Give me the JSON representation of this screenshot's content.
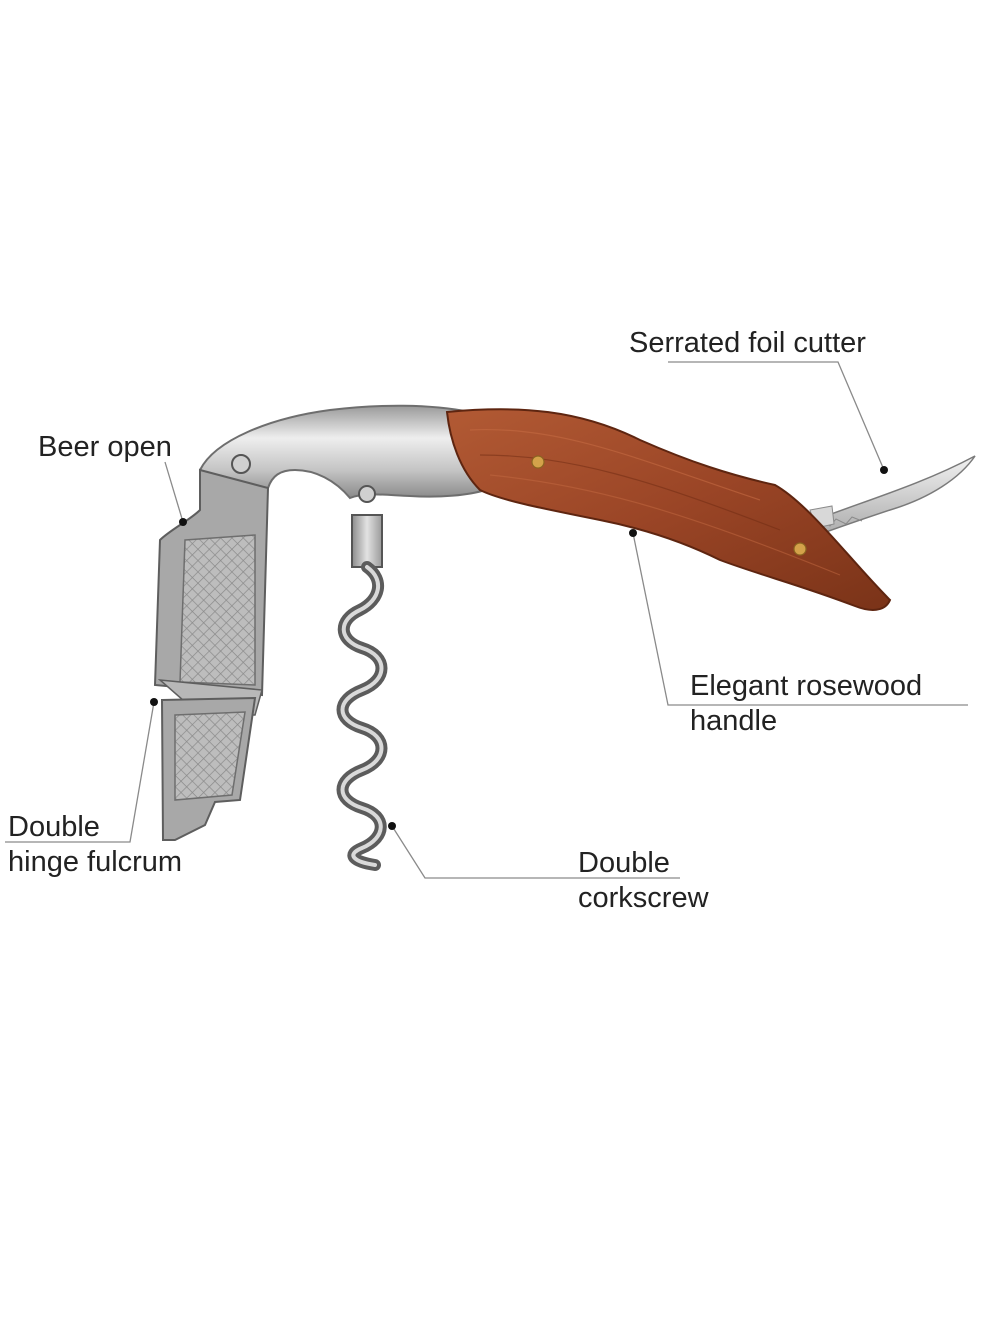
{
  "callouts": {
    "beer_open": {
      "line1": "Beer open"
    },
    "foil_cutter": {
      "line1": "Serrated foil cutter"
    },
    "handle": {
      "line1": "Elegant rosewood",
      "line2": "handle"
    },
    "fulcrum": {
      "line1": "Double",
      "line2": "hinge fulcrum"
    },
    "corkscrew": {
      "line1": "Double",
      "line2": "corkscrew"
    }
  },
  "colors": {
    "text": "#222222",
    "leader_line": "#8a8a8a",
    "dot": "#111111",
    "steel": "#c9c9c9",
    "rosewood": "#9a4526",
    "rivet": "#d4a24a"
  }
}
